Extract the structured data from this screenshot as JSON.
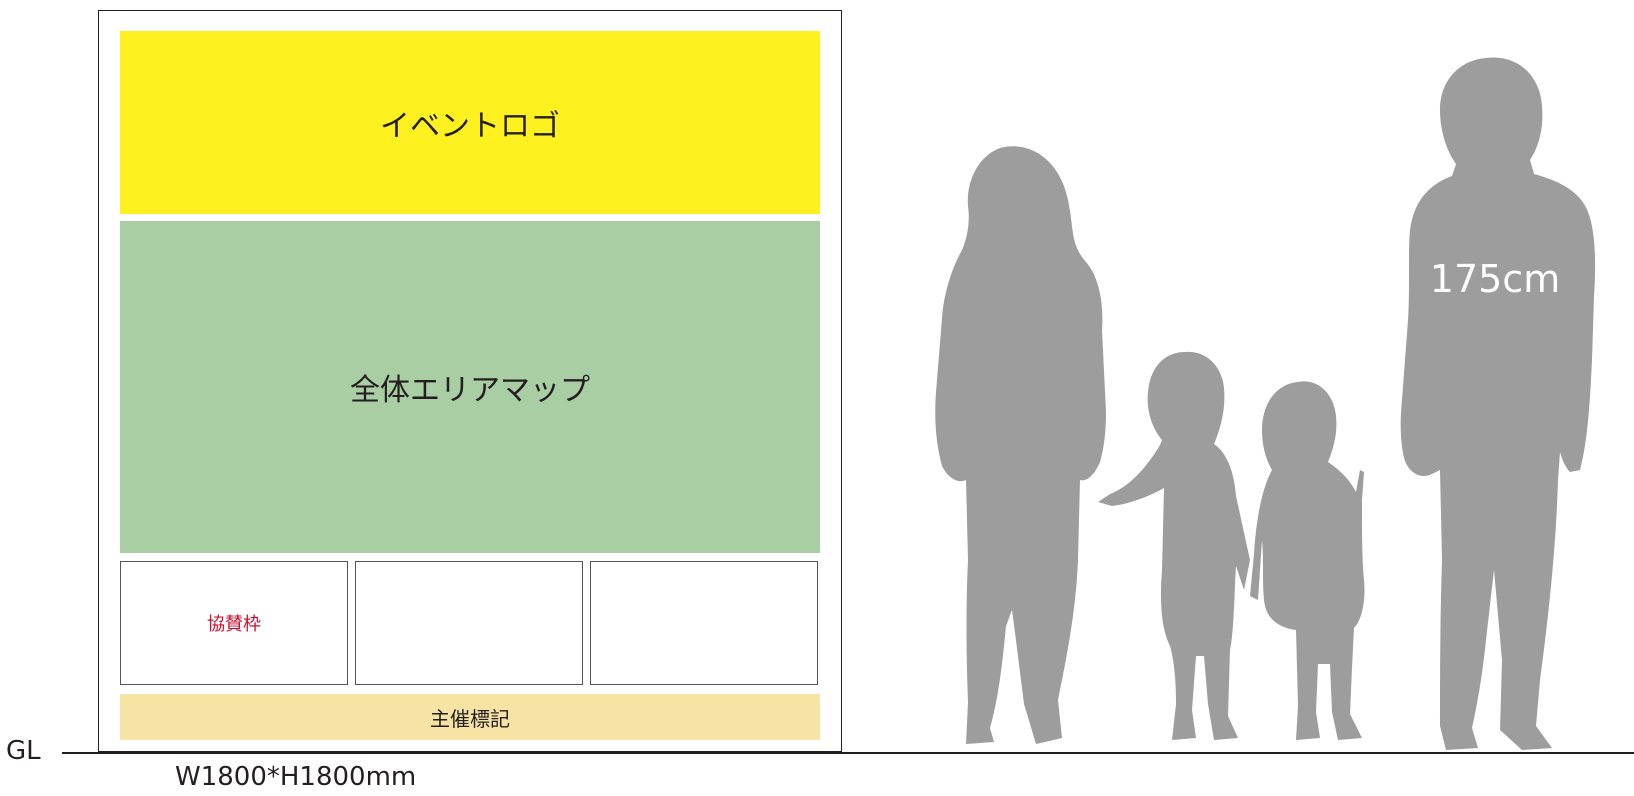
{
  "board": {
    "logo_label": "イベントロゴ",
    "map_label": "全体エリアマップ",
    "sponsor_label": "協賛枠",
    "organizer_label": "主催標記"
  },
  "ground_label": "GL",
  "dimension_label": "W1800*H1800mm",
  "person_height_label": "175cm",
  "colors": {
    "logo_area": "#fff01f",
    "map_area": "#a9cea3",
    "organizer_area": "#f7e3a4",
    "sponsor_text": "#c8102e",
    "silhouette": "#9d9d9d"
  }
}
